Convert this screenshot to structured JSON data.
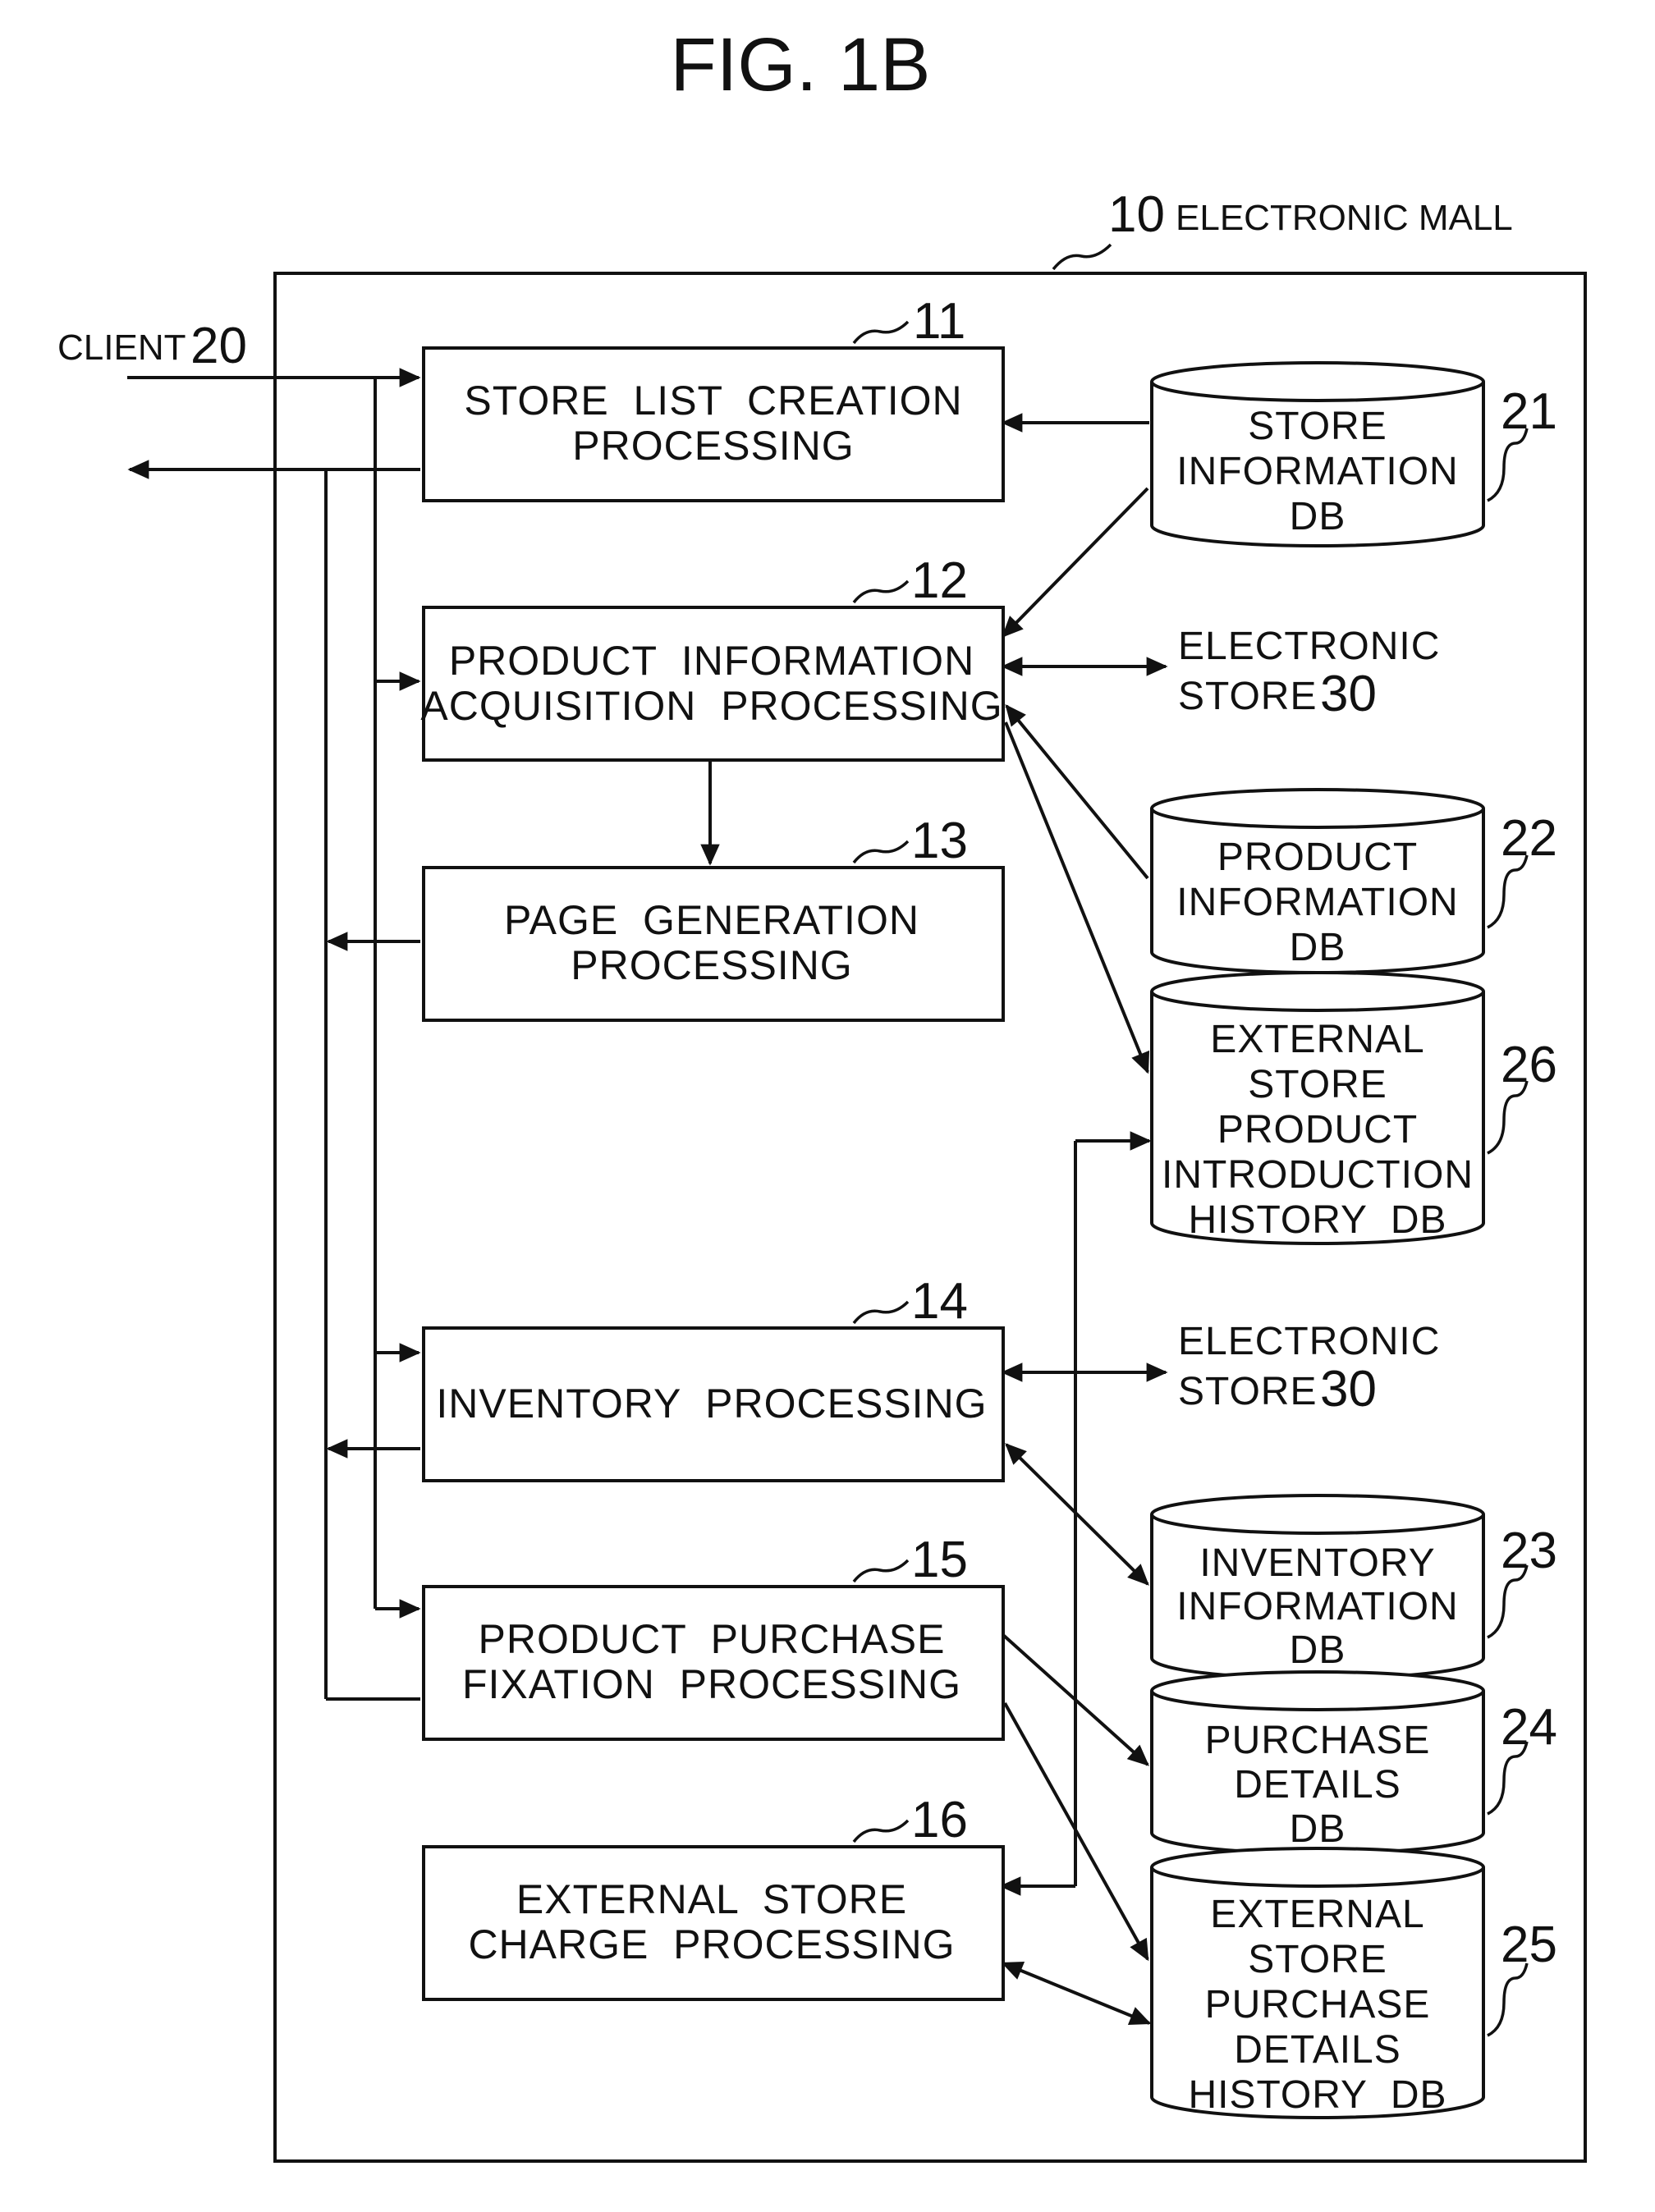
{
  "figure_title": "FIG. 1B",
  "mall": {
    "ref": "10",
    "label": "ELECTRONIC MALL"
  },
  "client": {
    "label": "CLIENT",
    "ref": "20"
  },
  "processes": [
    {
      "id": "p11",
      "ref": "11",
      "lines": [
        "STORE  LIST  CREATION",
        "PROCESSING"
      ]
    },
    {
      "id": "p12",
      "ref": "12",
      "lines": [
        "PRODUCT  INFORMATION",
        "ACQUISITION  PROCESSING"
      ]
    },
    {
      "id": "p13",
      "ref": "13",
      "lines": [
        "PAGE  GENERATION",
        "PROCESSING"
      ]
    },
    {
      "id": "p14",
      "ref": "14",
      "lines": [
        "INVENTORY  PROCESSING"
      ]
    },
    {
      "id": "p15",
      "ref": "15",
      "lines": [
        "PRODUCT  PURCHASE",
        "FIXATION  PROCESSING"
      ]
    },
    {
      "id": "p16",
      "ref": "16",
      "lines": [
        "EXTERNAL  STORE",
        "CHARGE  PROCESSING"
      ]
    }
  ],
  "databases": [
    {
      "id": "db21",
      "ref": "21",
      "lines": [
        "STORE",
        "INFORMATION",
        "DB"
      ]
    },
    {
      "id": "db22",
      "ref": "22",
      "lines": [
        "PRODUCT",
        "INFORMATION",
        "DB"
      ]
    },
    {
      "id": "db26",
      "ref": "26",
      "lines": [
        "EXTERNAL",
        "STORE",
        "PRODUCT",
        "INTRODUCTION",
        "HISTORY  DB"
      ]
    },
    {
      "id": "db23",
      "ref": "23",
      "lines": [
        "INVENTORY",
        "INFORMATION",
        "DB"
      ]
    },
    {
      "id": "db24",
      "ref": "24",
      "lines": [
        "PURCHASE",
        "DETAILS",
        "DB"
      ]
    },
    {
      "id": "db25",
      "ref": "25",
      "lines": [
        "EXTERNAL",
        "STORE",
        "PURCHASE",
        "DETAILS",
        "HISTORY  DB"
      ]
    }
  ],
  "external_stores": [
    {
      "id": "es1",
      "lines": [
        "ELECTRONIC",
        "STORE"
      ],
      "ref": "30"
    },
    {
      "id": "es2",
      "lines": [
        "ELECTRONIC",
        "STORE"
      ],
      "ref": "30"
    }
  ]
}
